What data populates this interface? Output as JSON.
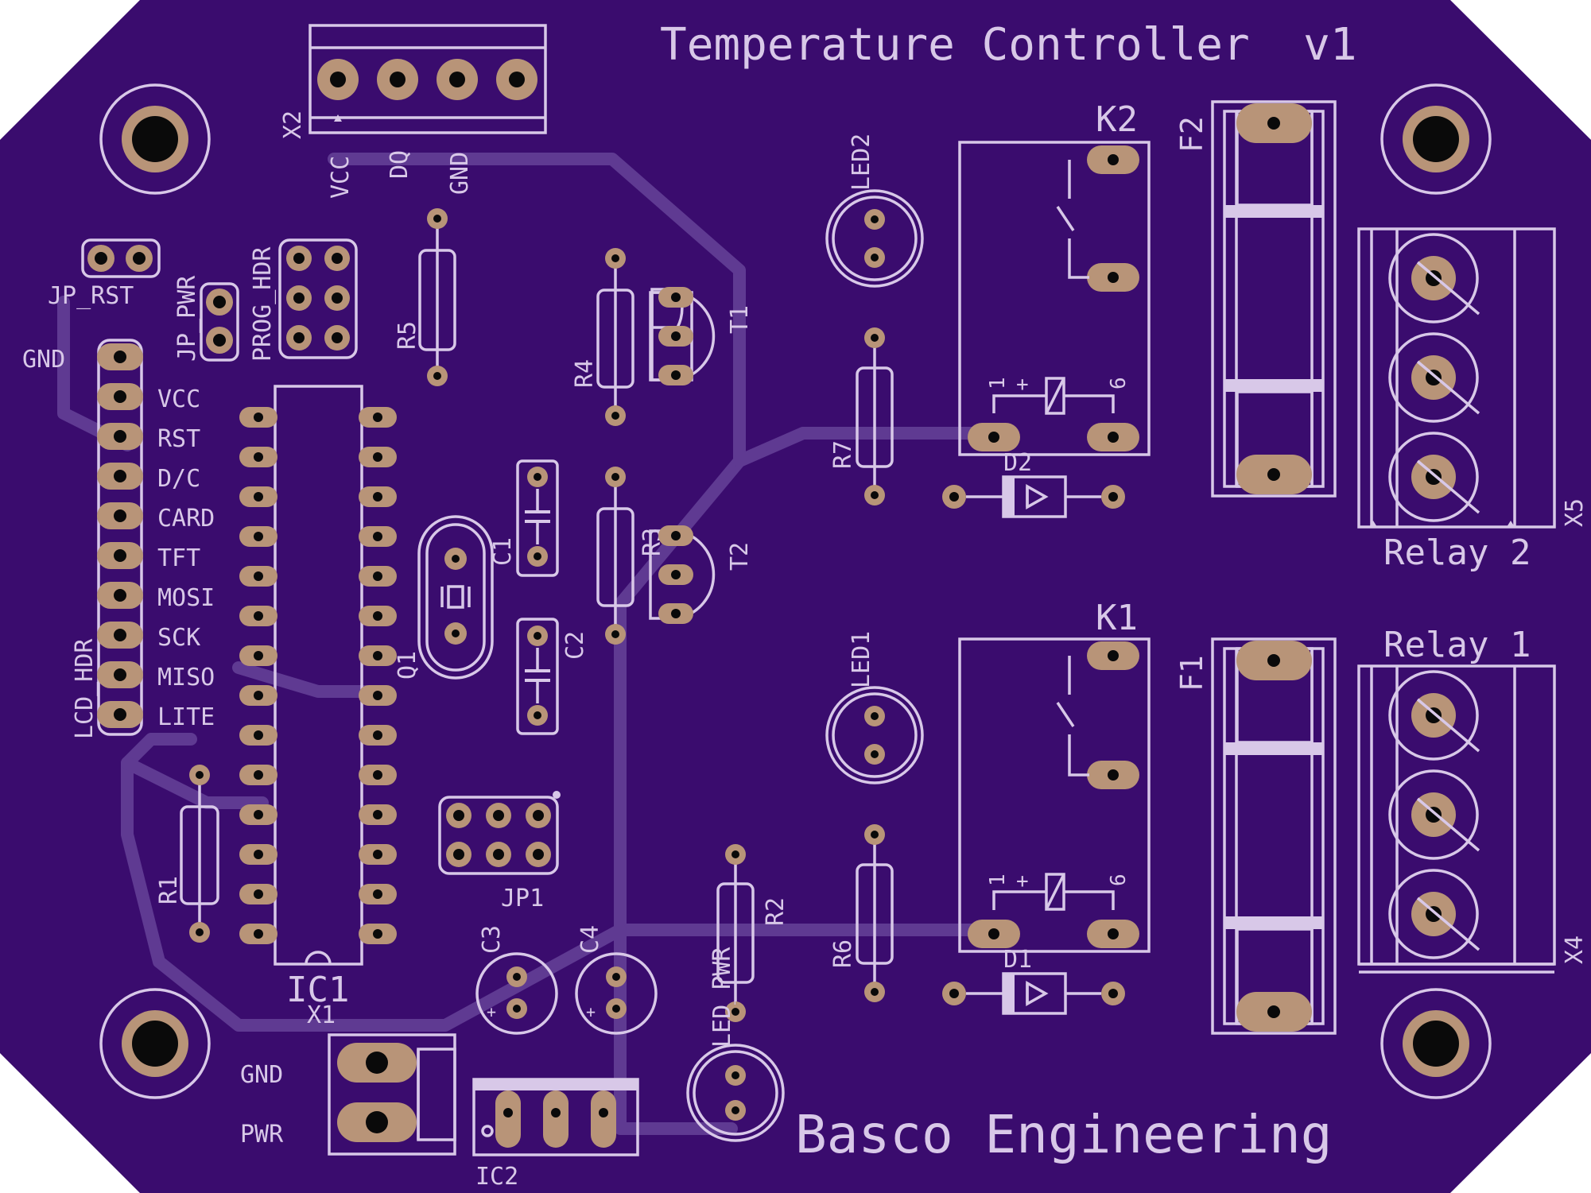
{
  "title": "Temperature Controller  v1",
  "company": "Basco Engineering",
  "colors": {
    "board": "#3a0c6e",
    "silkscreen": "#d8c8e8",
    "copper_pad": "#b89478",
    "trace": "#5f3a92"
  },
  "connectors": {
    "x2": {
      "ref": "X2",
      "pins": [
        "VCC",
        "DQ",
        "GND"
      ]
    },
    "x1": {
      "ref": "X1",
      "pins": [
        "GND",
        "PWR"
      ]
    },
    "x5": {
      "ref": "X5",
      "label": "Relay 2"
    },
    "x4": {
      "ref": "X4",
      "label": "Relay 1"
    },
    "lcd_hdr": {
      "ref": "LCD_HDR",
      "pins": [
        "GND",
        "VCC",
        "RST",
        "D/C",
        "CARD",
        "TFT",
        "MOSI",
        "SCK",
        "MISO",
        "LITE"
      ]
    }
  },
  "jumpers": {
    "jp_rst": "JP_RST",
    "jp_pwr": "JP_PWR",
    "prog_hdr": "PROG_HDR",
    "jp1": "JP1"
  },
  "components": {
    "ic1": "IC1",
    "ic2": "IC2",
    "q1": "Q1",
    "c1": "C1",
    "c2": "C2",
    "c3": "C3",
    "c4": "C4",
    "r1": "R1",
    "r2": "R2",
    "r3": "R3",
    "r4": "R4",
    "r5": "R5",
    "r6": "R6",
    "r7": "R7",
    "t1": "T1",
    "t2": "T2",
    "led1": "LED1",
    "led2": "LED2",
    "led_pwr": "LED_PWR",
    "k1": "K1",
    "k2": "K2",
    "f1": "F1",
    "f2": "F2",
    "d1": "D1",
    "d2": "D2",
    "relay_pin1": "1",
    "relay_pin6": "6",
    "relay_plus": "+",
    "cap_plus": "+"
  }
}
